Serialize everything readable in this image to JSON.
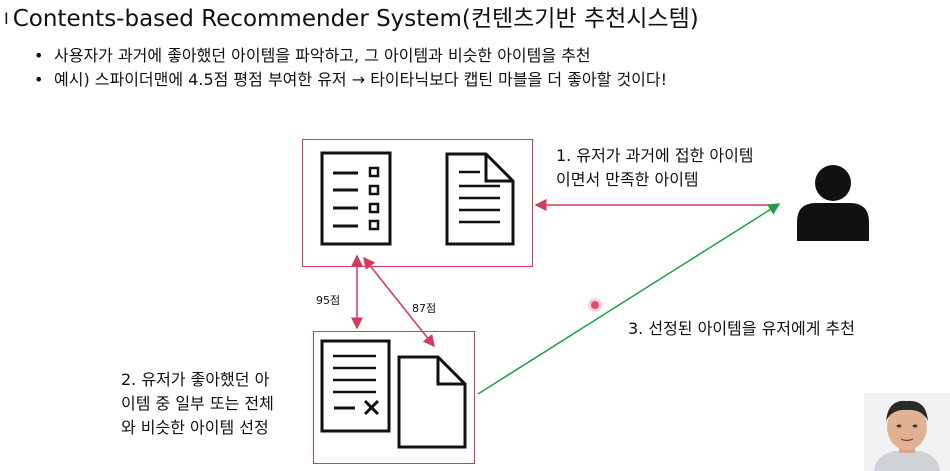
{
  "title": {
    "bar": "I",
    "text": "Contents-based Recommender System(컨텐츠기반 추천시스템)"
  },
  "bullets": [
    "사용자가 과거에 좋아했던 아이템을 파악하고, 그 아이템과 비슷한 아이템을 추천",
    "예시) 스파이더맨에 4.5점 평점 부여한 유저 → 타이타닉보다 캡틴 마블을 더 좋아할 것이다!"
  ],
  "labels": {
    "step1_line1": "1. 유저가 과거에 접한 아이템",
    "step1_line2": "이면서 만족한 아이템",
    "step2_line1": "2. 유저가 좋아했던 아",
    "step2_line2": "이템 중 일부 또는 전체",
    "step2_line3": "와 비슷한 아이템 선정",
    "step3": "3. 선정된 아이템을 유저에게 추천",
    "score_a": "95점",
    "score_b": "87점"
  },
  "icons": [
    "list-document-icon",
    "text-document-icon",
    "edit-document-icon",
    "blank-document-icon",
    "user-icon"
  ],
  "colors": {
    "accent": "#d23b5c",
    "recommend": "#1f9e4a"
  }
}
